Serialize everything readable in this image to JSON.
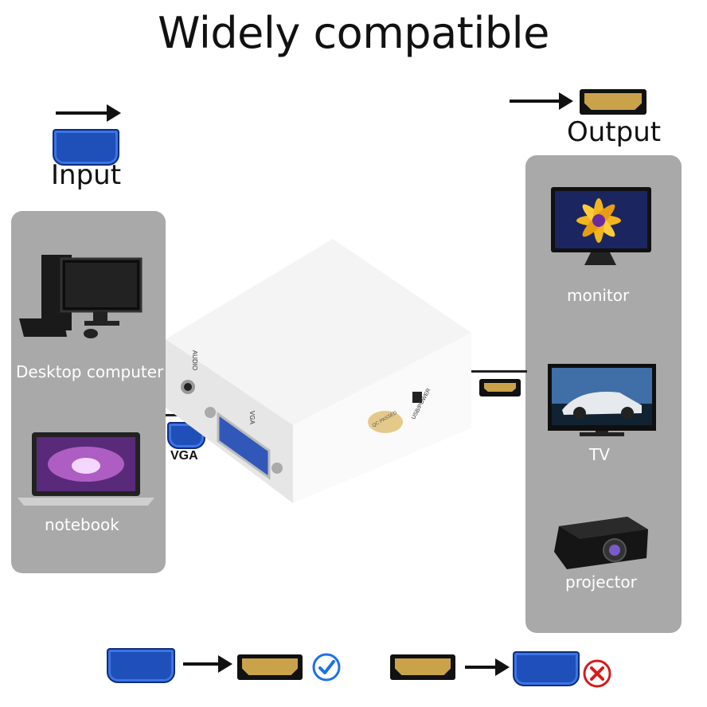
{
  "title": "Widely compatible",
  "input_label": "Input",
  "output_label": "Output",
  "left_panel": [
    {
      "label": "Desktop computer",
      "icon": "desktop-computer-icon"
    },
    {
      "label": "notebook",
      "icon": "notebook-icon"
    }
  ],
  "right_panel": [
    {
      "label": "monitor",
      "icon": "monitor-icon"
    },
    {
      "label": "TV",
      "icon": "tv-icon"
    },
    {
      "label": "projector",
      "icon": "projector-icon"
    }
  ],
  "device": {
    "audio_label": "AUDIO",
    "vga_port_label": "VGA",
    "usb_label": "USB/POWER",
    "pass_label": "QC PASSED"
  },
  "vga_cable_label": "VGA",
  "footer": {
    "supported": "check-icon",
    "unsupported": "cross-icon"
  },
  "colors": {
    "panel": "#a9a9a9",
    "vga_blue": "#1f4fb8",
    "hdmi_gold": "#c9a24a",
    "check": "#1e6fe8",
    "cross": "#d61a1a"
  }
}
